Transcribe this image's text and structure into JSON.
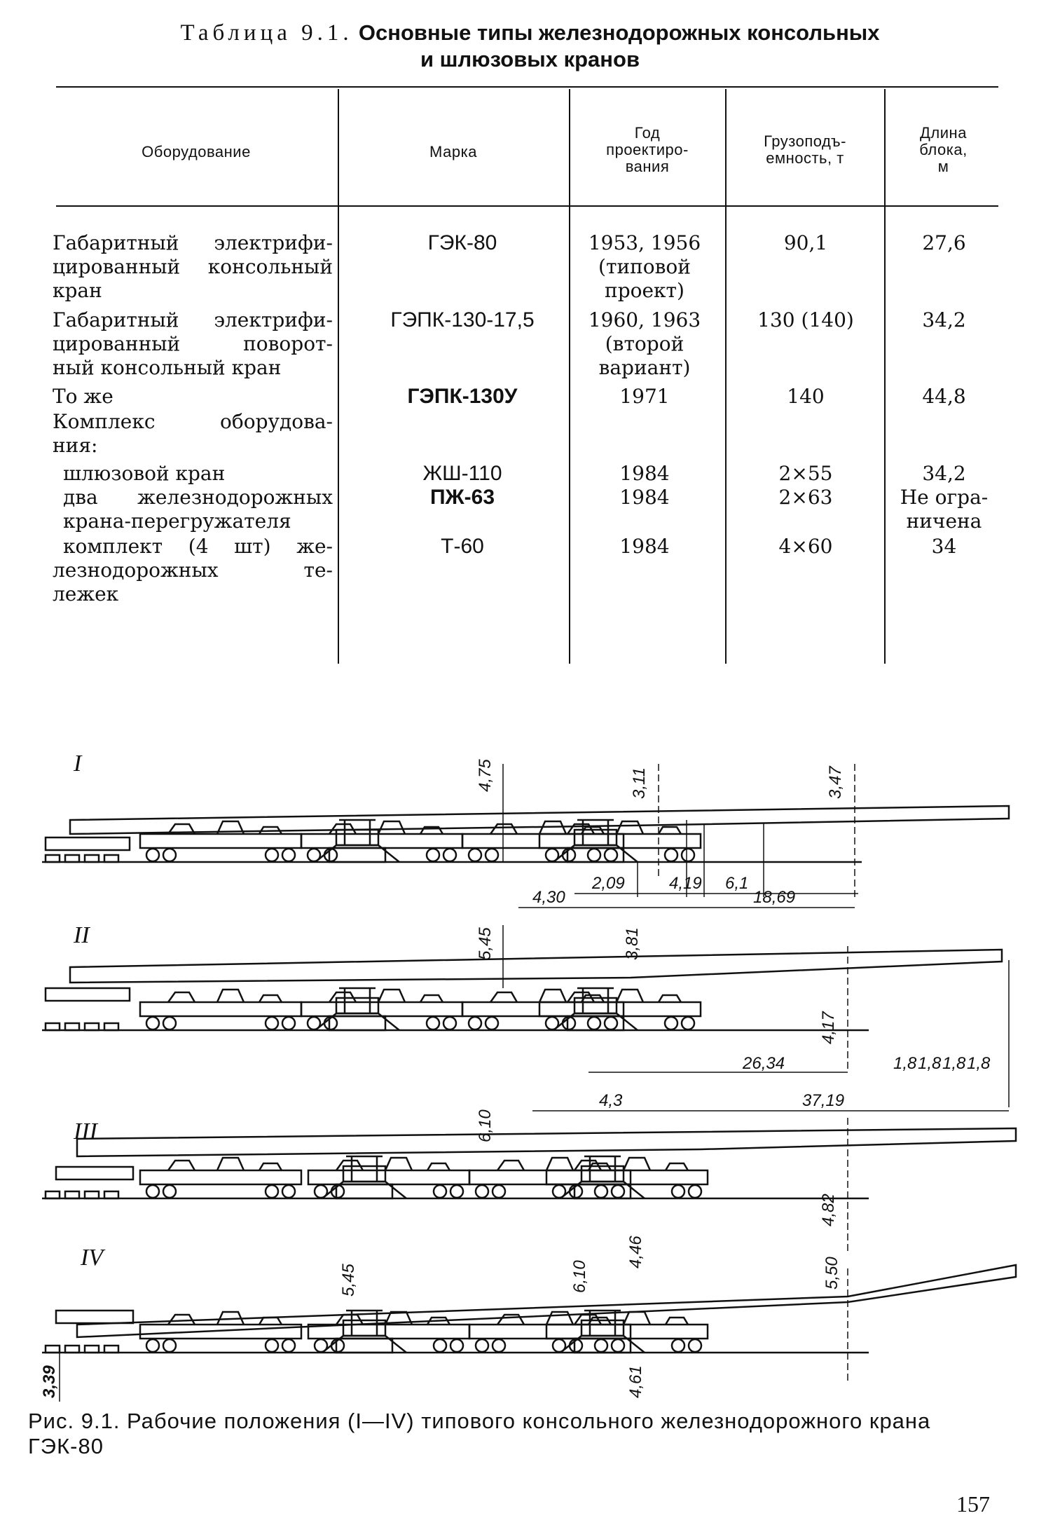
{
  "table": {
    "label": "Таблица 9.1.",
    "title_line1": "Основные типы железнодорожных консольных",
    "title_line2": "и шлюзовых кранов",
    "headers": {
      "equipment": "Оборудование",
      "brand": "Марка",
      "year": [
        "Год",
        "проектиро-",
        "вания"
      ],
      "capacity": [
        "Грузоподъ-",
        "емность, т"
      ],
      "length": [
        "Длина",
        "блока,",
        "м"
      ]
    },
    "rows": [
      {
        "equipment": [
          "Габаритный электрифи-",
          "цированный консольный",
          "кран"
        ],
        "brand": "ГЭК-80",
        "year": [
          "1953, 1956",
          "(типовой",
          "проект)"
        ],
        "capacity": "90,1",
        "length": [
          "27,6"
        ]
      },
      {
        "equipment": [
          "Габаритный электрифи-",
          "цированный поворот-",
          "ный консольный кран"
        ],
        "brand": "ГЭПК-130-17,5",
        "year": [
          "1960, 1963",
          "(второй",
          "вариант)"
        ],
        "capacity": "130 (140)",
        "length": [
          "34,2"
        ]
      },
      {
        "equipment": [
          "То же"
        ],
        "brand": "ГЭПК-130У",
        "year": [
          "1971"
        ],
        "capacity": "140",
        "length": [
          "44,8"
        ]
      },
      {
        "equipment": [
          "Комплекс оборудова-",
          "ния:"
        ],
        "brand": "",
        "year": [],
        "capacity": "",
        "length": []
      },
      {
        "equipment": [
          "шлюзовой кран"
        ],
        "brand": "ЖШ-110",
        "year": [
          "1984"
        ],
        "capacity": "2×55",
        "length": [
          "34,2"
        ]
      },
      {
        "equipment": [
          "два железнодорожных",
          "крана-перегружателя"
        ],
        "brand": "ПЖ-63",
        "year": [
          "1984"
        ],
        "capacity": "2×63",
        "length": [
          "Не огра-",
          "ничена"
        ]
      },
      {
        "equipment": [
          "комплект (4 шт) же-",
          "лезнодорожных те-",
          "лежек"
        ],
        "brand": "Т-60",
        "year": [
          "1984"
        ],
        "capacity": "4×60",
        "length": [
          "34"
        ]
      }
    ]
  },
  "figure": {
    "positions": [
      "I",
      "II",
      "III",
      "IV"
    ],
    "dims_I": [
      "4,75",
      "3,11",
      "3,47",
      "2,09",
      "4,19",
      "6,1",
      "4,30",
      "18,69"
    ],
    "dims_II": [
      "5,45",
      "3,81",
      "4,17",
      "26,34",
      "1,8",
      "1,8",
      "1,8",
      "1,8",
      "4,3",
      "37,19"
    ],
    "dims_III": [
      "6,10",
      "4,82",
      "4,46"
    ],
    "dims_IV": [
      "5,45",
      "6,10",
      "5,50",
      "3,39",
      "4,61"
    ],
    "caption": "Рис. 9.1. Рабочие положения (I—IV) типового консольного железнодорожного крана ГЭК-80"
  },
  "page_number": "157"
}
